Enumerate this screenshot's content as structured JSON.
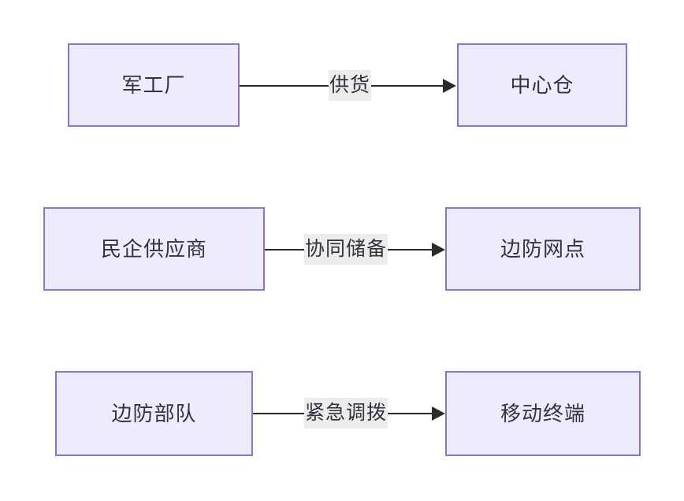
{
  "diagram": {
    "type": "flowchart",
    "direction": "left-to-right",
    "background_color": "#ffffff",
    "node_fill_color": "#ececfd",
    "node_border_color": "#8d6fd8",
    "edge_color": "#2b2b2b",
    "label_background_color": "#ececec",
    "text_color": "#333340",
    "nodes": [
      {
        "id": "mil-factory",
        "label": "军工厂"
      },
      {
        "id": "central-wh",
        "label": "中心仓"
      },
      {
        "id": "civ-supplier",
        "label": "民企供应商"
      },
      {
        "id": "border-outlet",
        "label": "边防网点"
      },
      {
        "id": "border-troops",
        "label": "边防部队"
      },
      {
        "id": "mobile-term",
        "label": "移动终端"
      }
    ],
    "edges": [
      {
        "id": "edge-1",
        "from": "mil-factory",
        "to": "central-wh",
        "label": "供货"
      },
      {
        "id": "edge-2",
        "from": "civ-supplier",
        "to": "border-outlet",
        "label": "协同储备"
      },
      {
        "id": "edge-3",
        "from": "border-troops",
        "to": "mobile-term",
        "label": "紧急调拨"
      }
    ]
  }
}
